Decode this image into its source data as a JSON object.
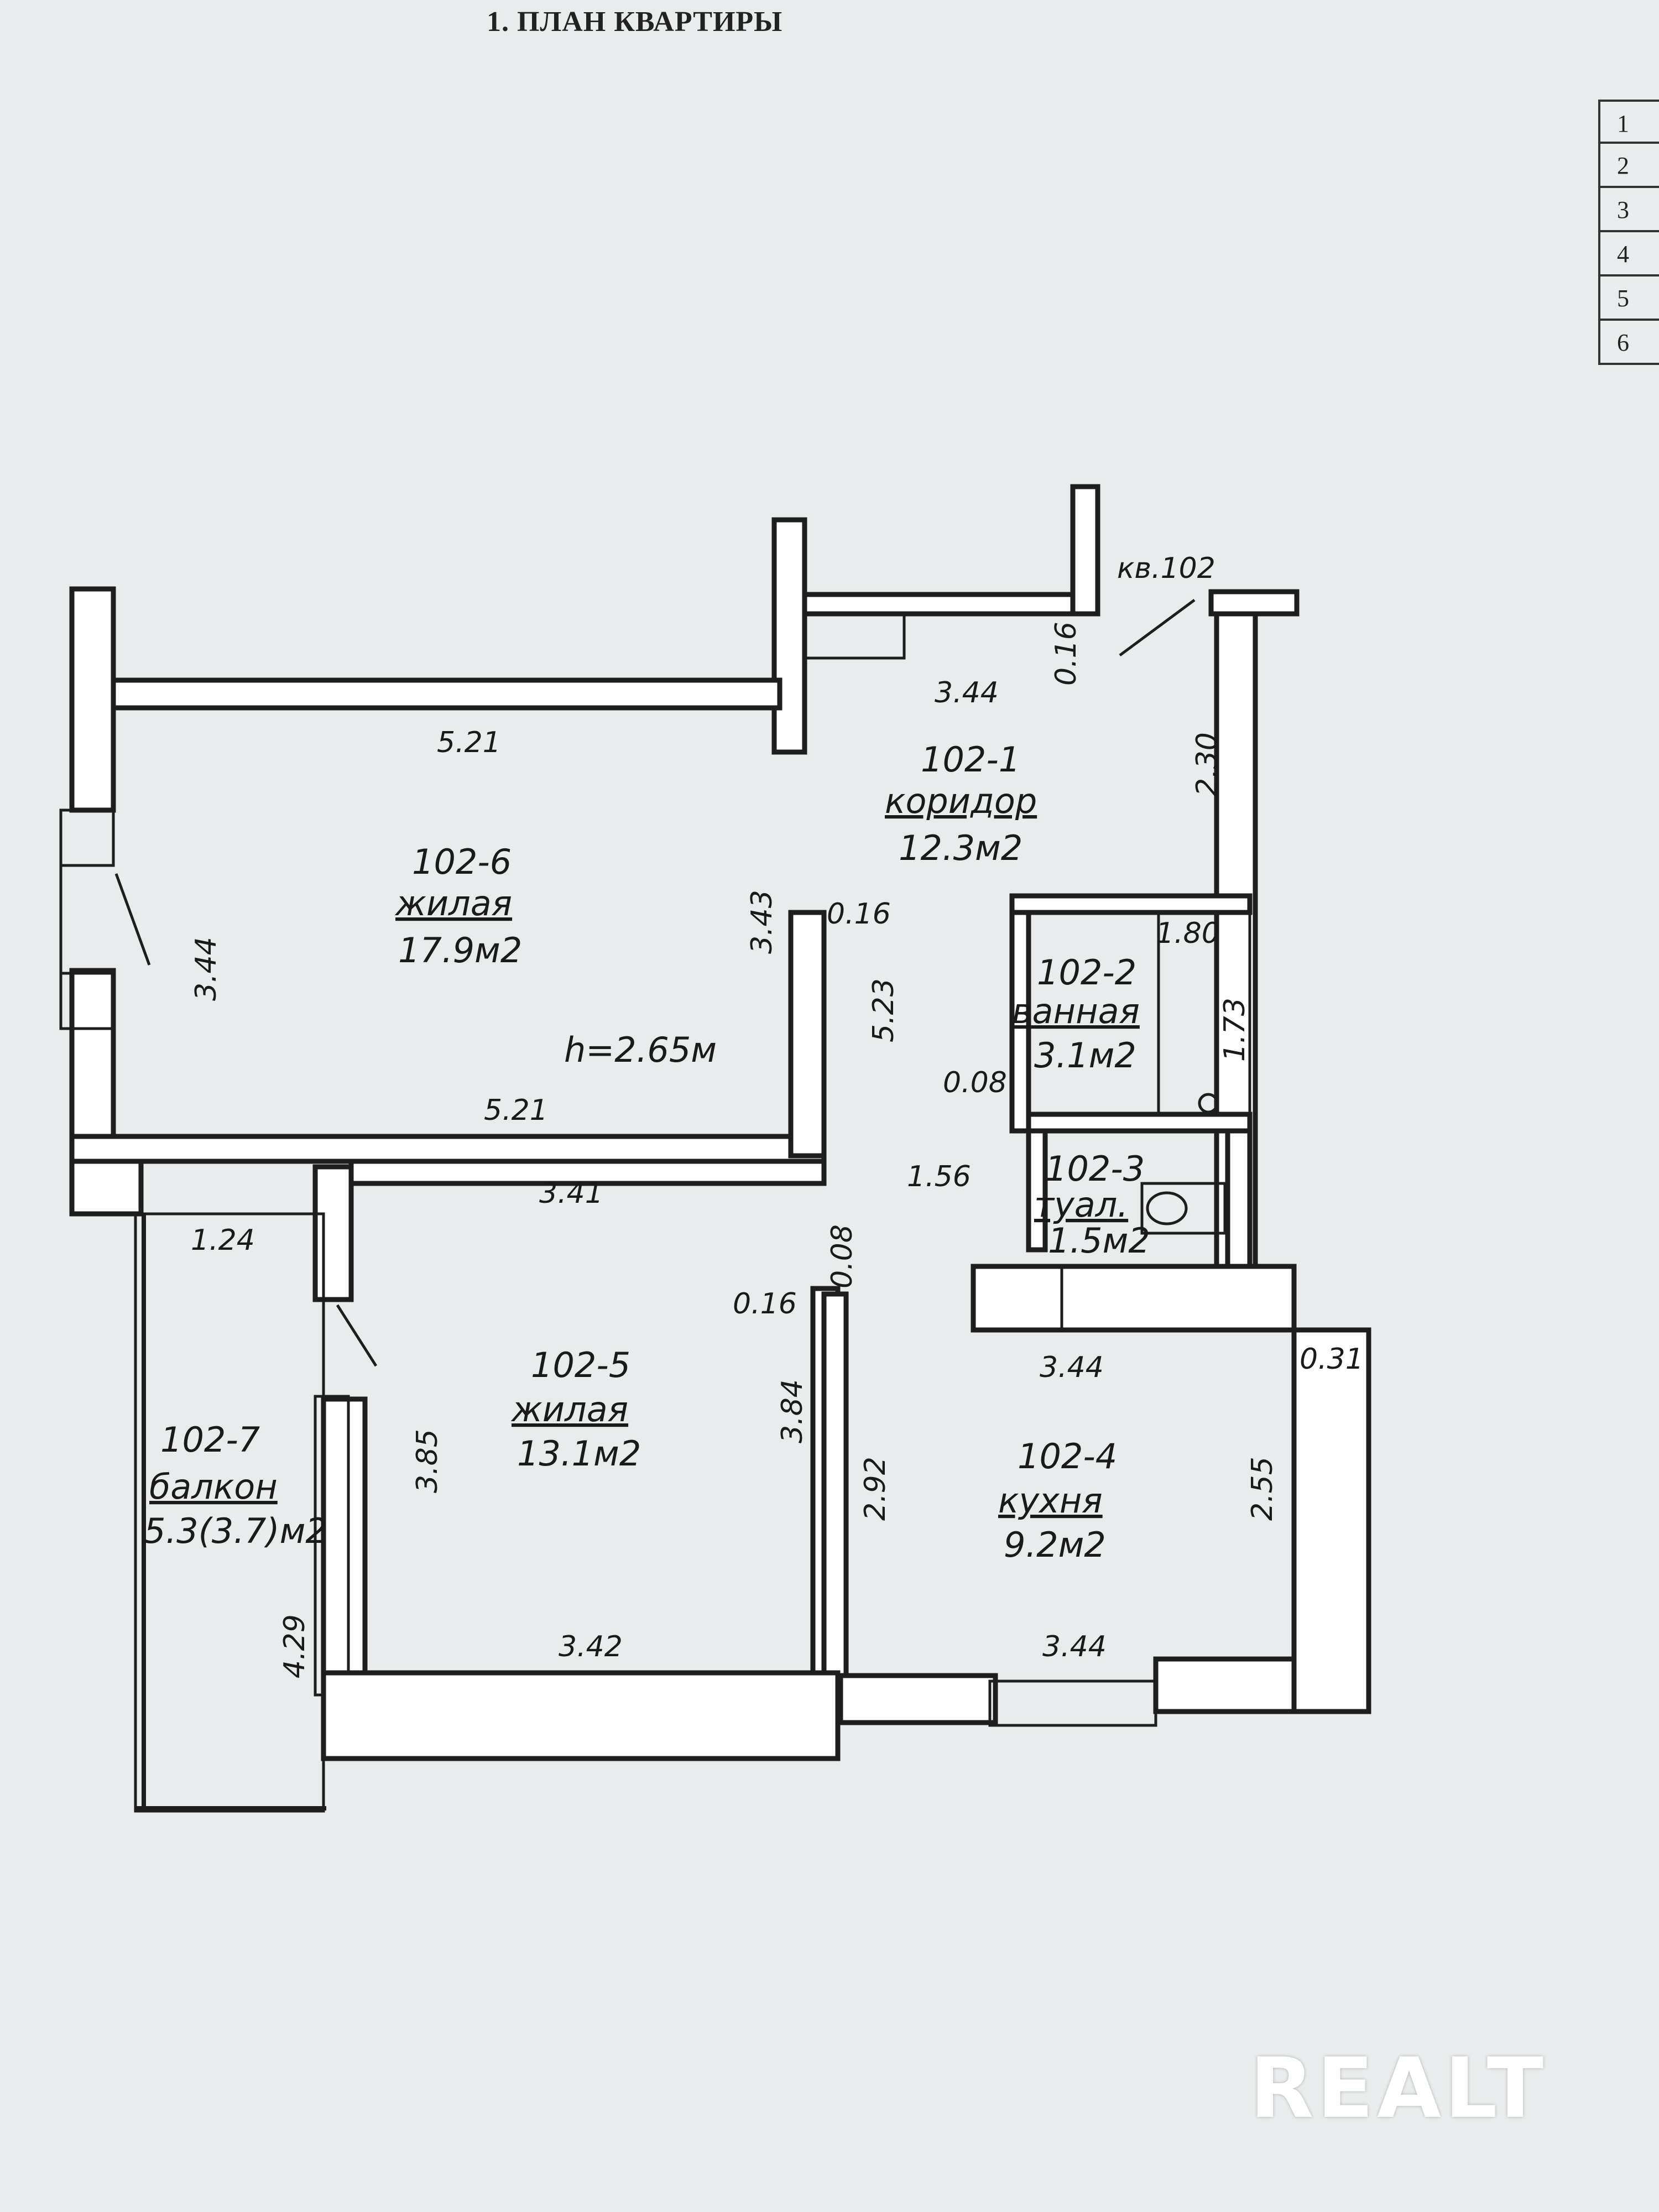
{
  "page_title": "1. ПЛАН КВАРТИРЫ",
  "side_table": [
    "1",
    "2",
    "3",
    "4",
    "5",
    "6"
  ],
  "apartment_label": "кв.102",
  "ceiling_height": "h=2.65м",
  "rooms": {
    "corridor": {
      "id": "102-1",
      "name": "коридор",
      "area": "12.3м2"
    },
    "bathroom": {
      "id": "102-2",
      "name": "ванная",
      "area": "3.1м2"
    },
    "toilet": {
      "id": "102-3",
      "name": "туал.",
      "area": "1.5м2"
    },
    "kitchen": {
      "id": "102-4",
      "name": "кухня",
      "area": "9.2м2"
    },
    "living_small": {
      "id": "102-5",
      "name": "жилая",
      "area": "13.1м2"
    },
    "living_large": {
      "id": "102-6",
      "name": "жилая",
      "area": "17.9м2"
    },
    "balcony": {
      "id": "102-7",
      "name": "балкон",
      "area": "5.3(3.7)м2"
    }
  },
  "dimensions": {
    "d_0_16_top": "0.16",
    "d_3_44_corr_top": "3.44",
    "d_2_30": "2.30",
    "d_5_21_top": "5.21",
    "d_3_44_left": "3.44",
    "d_3_43": "3.43",
    "d_0_16_mid": "0.16",
    "d_5_23": "5.23",
    "d_5_21_bottom": "5.21",
    "d_1_80": "1.80",
    "d_1_73": "1.73",
    "d_0_08_bath": "0.08",
    "d_1_56": "1.56",
    "d_3_41": "3.41",
    "d_1_24": "1.24",
    "d_0_08_vert": "0.08",
    "d_0_16_low": "0.16",
    "d_3_44_kitchen_top": "3.44",
    "d_0_31": "0.31",
    "d_3_85": "3.85",
    "d_3_84": "3.84",
    "d_2_92": "2.92",
    "d_2_55": "2.55",
    "d_4_29": "4.29",
    "d_3_42": "3.42",
    "d_3_44_kitchen_bottom": "3.44"
  },
  "watermark": "REALT"
}
